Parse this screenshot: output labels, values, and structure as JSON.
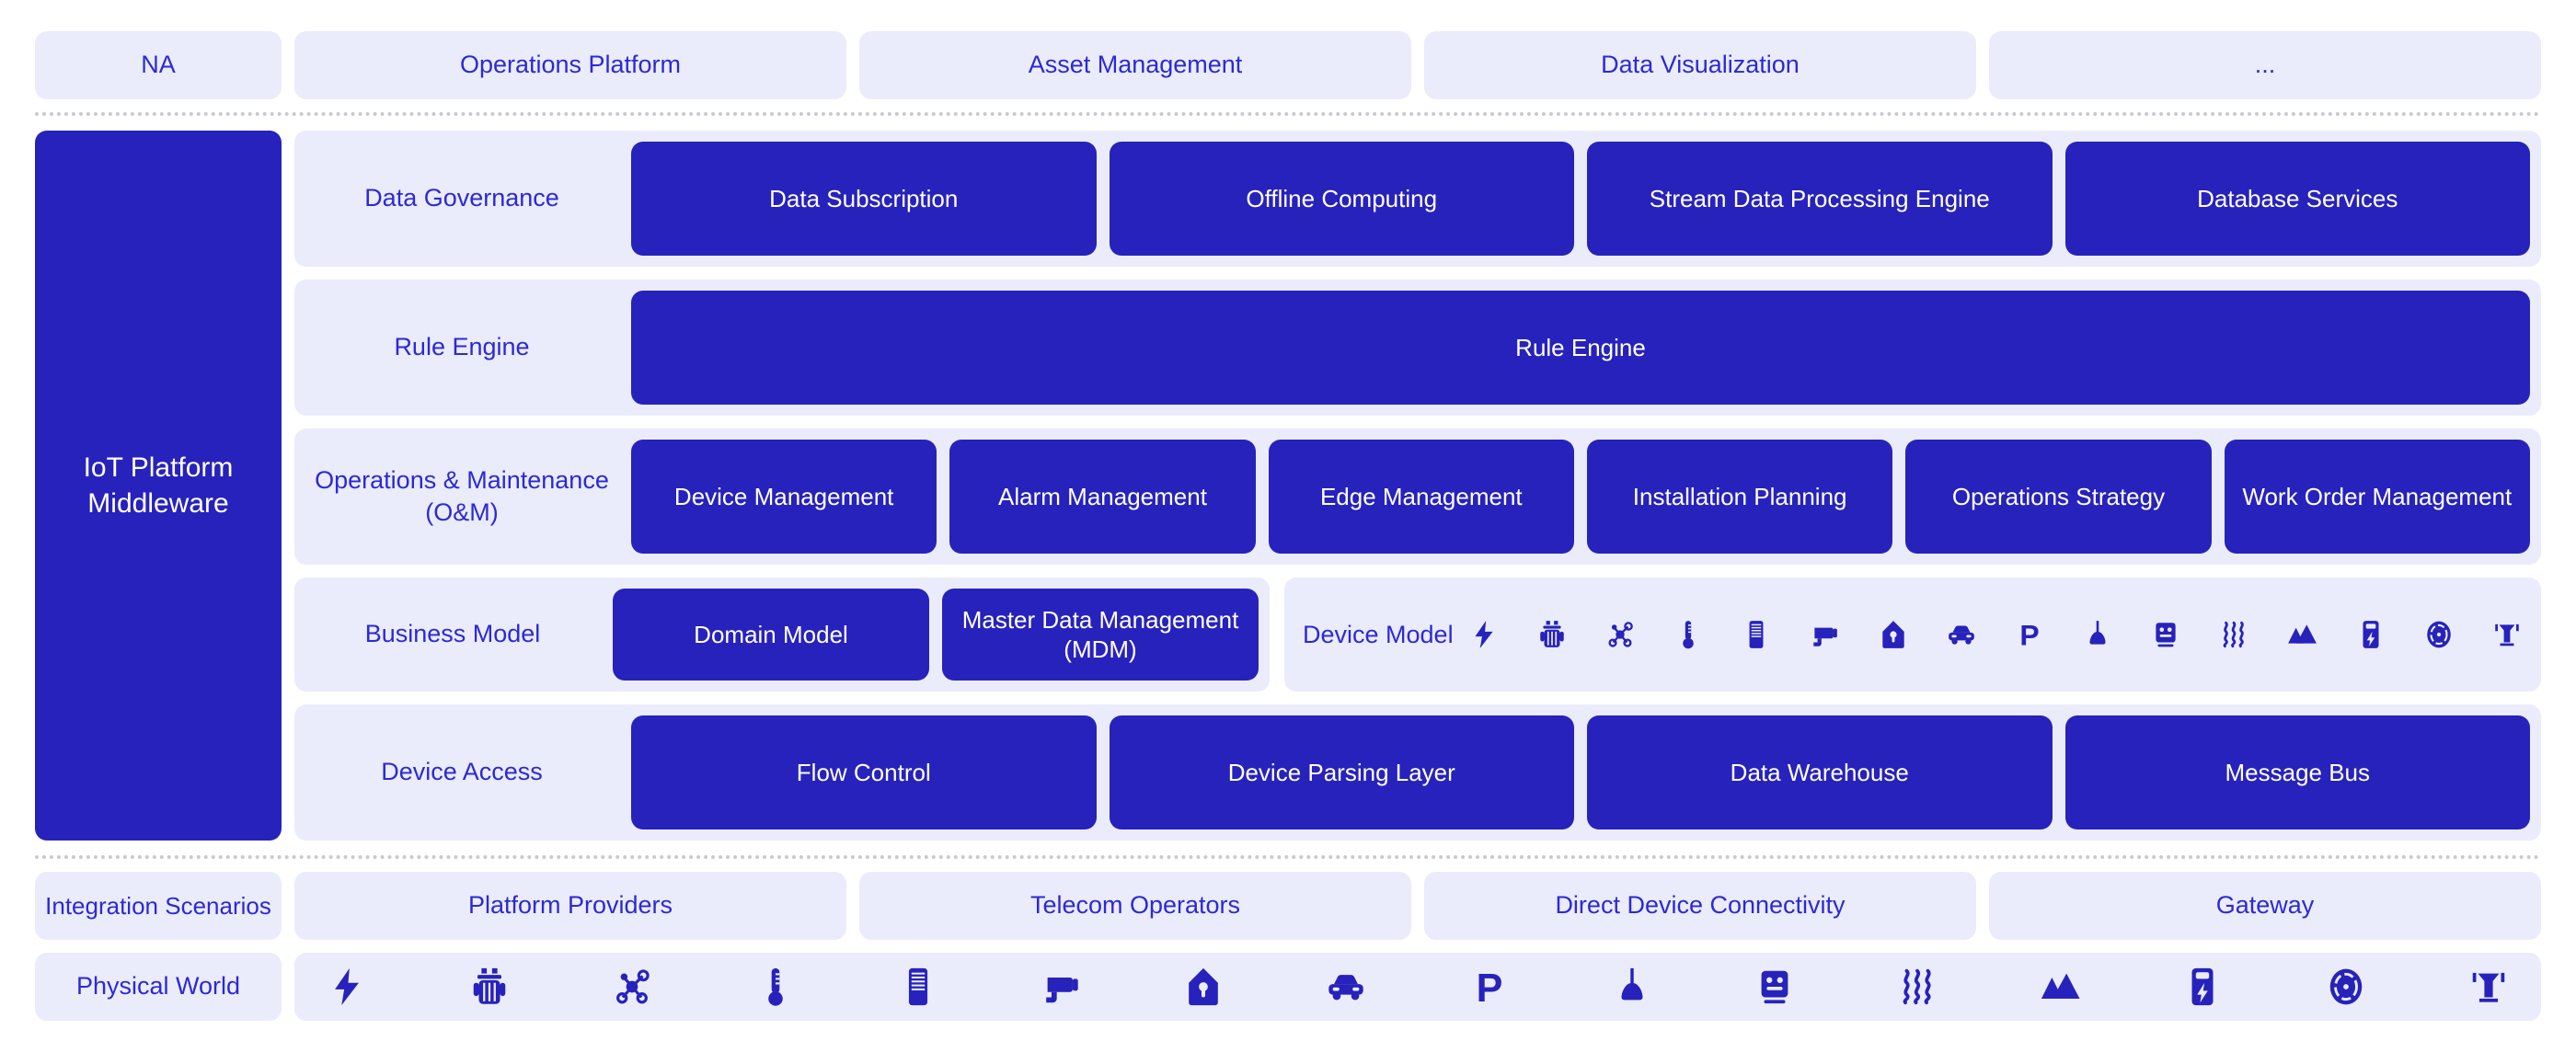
{
  "applications": {
    "items": [
      {
        "label": "NA"
      },
      {
        "label": "Operations Platform"
      },
      {
        "label": "Asset Management"
      },
      {
        "label": "Data Visualization"
      },
      {
        "label": "..."
      }
    ]
  },
  "middleware": {
    "side_label": "IoT Platform Middleware",
    "rows": [
      {
        "label": "Data Governance",
        "cells": [
          {
            "label": "Data Subscription"
          },
          {
            "label": "Offline Computing"
          },
          {
            "label": "Stream Data Processing Engine"
          },
          {
            "label": "Database Services"
          }
        ]
      },
      {
        "label": "Rule Engine",
        "cells": [
          {
            "label": "Rule Engine"
          }
        ]
      },
      {
        "label": "Operations & Maintenance (O&M)",
        "cells": [
          {
            "label": "Device Management"
          },
          {
            "label": "Alarm Management"
          },
          {
            "label": "Edge Management"
          },
          {
            "label": "Installation Planning"
          },
          {
            "label": "Operations Strategy"
          },
          {
            "label": "Work Order Management"
          }
        ]
      },
      {
        "label": "Device Access",
        "cells": [
          {
            "label": "Flow Control"
          },
          {
            "label": "Device Parsing Layer"
          },
          {
            "label": "Data Warehouse"
          },
          {
            "label": "Message Bus"
          }
        ]
      }
    ],
    "business_model": {
      "label": "Business Model",
      "cells": [
        {
          "label": "Domain Model"
        },
        {
          "label": "Master Data Management (MDM)"
        }
      ]
    },
    "device_model": {
      "label": "Device Model",
      "icons": [
        "lightning-bolt-icon",
        "waste-bin-icon",
        "sensor-node-icon",
        "thermometer-icon",
        "device-panel-icon",
        "surveillance-camera-icon",
        "smart-home-icon",
        "vehicle-icon",
        "parking-icon",
        "street-lamp-icon",
        "smart-meter-icon",
        "heat-waves-icon",
        "mountains-icon",
        "ev-charger-icon",
        "manhole-cover-icon",
        "water-valve-icon"
      ]
    }
  },
  "integration": {
    "label": "Integration Scenarios",
    "items": [
      {
        "label": "Platform Providers"
      },
      {
        "label": "Telecom Operators"
      },
      {
        "label": "Direct Device Connectivity"
      },
      {
        "label": "Gateway"
      }
    ]
  },
  "physical_world": {
    "label": "Physical World",
    "icons": [
      "lightning-bolt-icon",
      "waste-bin-icon",
      "sensor-node-icon",
      "thermometer-icon",
      "device-panel-icon",
      "surveillance-camera-icon",
      "smart-home-icon",
      "vehicle-icon",
      "parking-icon",
      "street-lamp-icon",
      "smart-meter-icon",
      "heat-waves-icon",
      "mountains-icon",
      "ev-charger-icon",
      "manhole-cover-icon",
      "water-valve-icon"
    ]
  },
  "colors": {
    "solid_blue": "#2722bb",
    "pale_lavender": "#eaecfb",
    "text_blue": "#2d28d8",
    "divider_gray": "#c9c9cf"
  }
}
